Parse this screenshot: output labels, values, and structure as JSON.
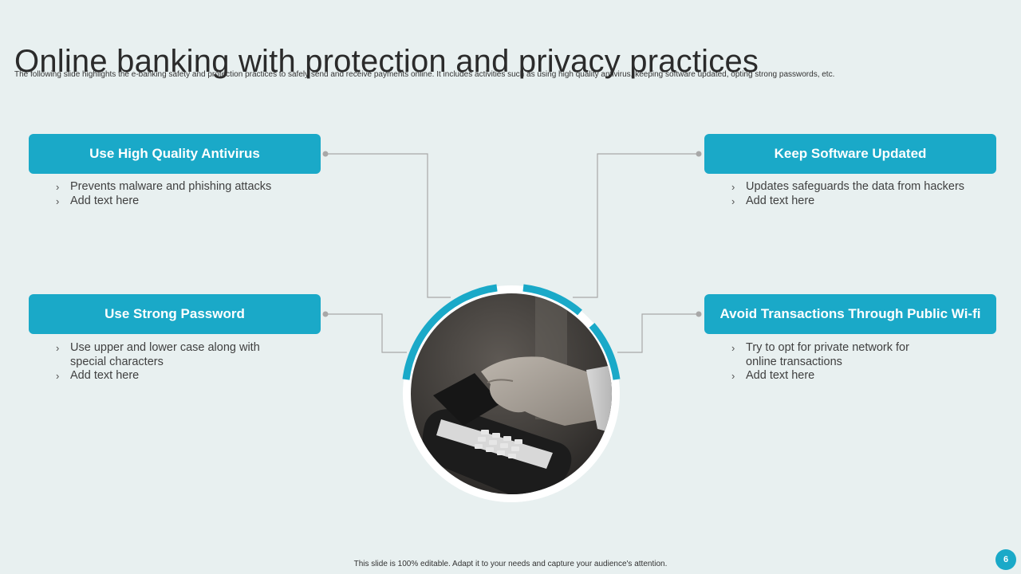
{
  "slide": {
    "title": "Online banking with protection  and privacy practices",
    "subtitle": "The following slide highlights the e-banking  safety and protection practices to safely send and receive payments online. It includes activities such as using high quality antivirus, keeping software updated, opting strong passwords, etc.",
    "footer": "This slide is 100% editable.  Adapt it to your needs and capture your audience's attention.",
    "page_number": "6"
  },
  "colors": {
    "accent": "#1aa9c8",
    "background": "#e8f0f0",
    "connector": "#a8a8a8"
  },
  "practices": {
    "antivirus": {
      "title": "Use High Quality Antivirus",
      "bullets": [
        "Prevents malware and phishing attacks",
        "Add text here"
      ]
    },
    "software": {
      "title": "Keep Software Updated",
      "bullets": [
        "Updates safeguards the data from hackers",
        "Add text here"
      ]
    },
    "password": {
      "title": "Use Strong Password",
      "bullets": [
        "Use upper and lower case along with special characters",
        "Add text here"
      ]
    },
    "wifi": {
      "title": "Avoid Transactions Through Public Wi-fi",
      "bullets": [
        "Try to opt for private network for online transactions",
        "Add text here"
      ]
    }
  },
  "icons": {
    "bullet": "chevron-right-icon",
    "center_image": "card-payment-terminal-photo"
  }
}
